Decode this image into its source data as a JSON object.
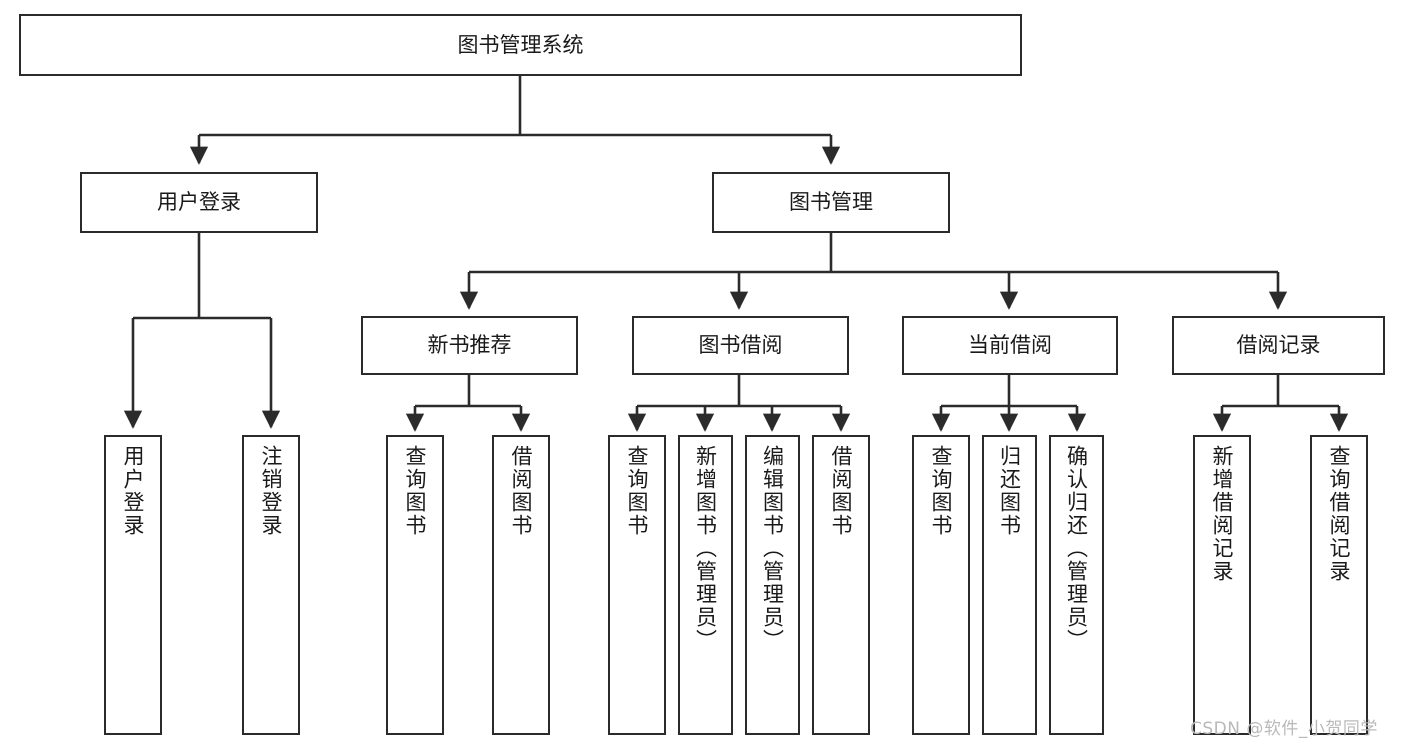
{
  "diagram": {
    "type": "tree-hierarchy-chart",
    "title": "图书管理系统",
    "stroke_color": "#2b2b2b",
    "background_color": "#ffffff",
    "watermark": "CSDN @软件_小贺同学",
    "levels": {
      "level0": [
        {
          "id": "root",
          "label": "图书管理系统"
        }
      ],
      "level1": [
        {
          "id": "user-login",
          "label": "用户登录",
          "parent": "root"
        },
        {
          "id": "book-manage",
          "label": "图书管理",
          "parent": "root"
        }
      ],
      "level2": [
        {
          "id": "new-book-recommend",
          "label": "新书推荐",
          "parent": "book-manage"
        },
        {
          "id": "book-borrow",
          "label": "图书借阅",
          "parent": "book-manage"
        },
        {
          "id": "current-borrow",
          "label": "当前借阅",
          "parent": "book-manage"
        },
        {
          "id": "borrow-record",
          "label": "借阅记录",
          "parent": "book-manage"
        }
      ],
      "level3": [
        {
          "id": "leaf-user-login",
          "label": "用户登录",
          "parent": "user-login"
        },
        {
          "id": "leaf-user-logout",
          "label": "注销登录",
          "parent": "user-login"
        },
        {
          "id": "leaf-query-book-1",
          "label": "查询图书",
          "parent": "new-book-recommend"
        },
        {
          "id": "leaf-borrow-book-1",
          "label": "借阅图书",
          "parent": "new-book-recommend"
        },
        {
          "id": "leaf-query-book-2",
          "label": "查询图书",
          "parent": "book-borrow"
        },
        {
          "id": "leaf-add-book",
          "label": "新增图书（管理员）",
          "parent": "book-borrow"
        },
        {
          "id": "leaf-edit-book",
          "label": "编辑图书（管理员）",
          "parent": "book-borrow"
        },
        {
          "id": "leaf-borrow-book-2",
          "label": "借阅图书",
          "parent": "book-borrow"
        },
        {
          "id": "leaf-query-book-3",
          "label": "查询图书",
          "parent": "current-borrow"
        },
        {
          "id": "leaf-return-book",
          "label": "归还图书",
          "parent": "current-borrow"
        },
        {
          "id": "leaf-confirm-return",
          "label": "确认归还（管理员）",
          "parent": "current-borrow"
        },
        {
          "id": "leaf-add-record",
          "label": "新增借阅记录",
          "parent": "borrow-record"
        },
        {
          "id": "leaf-query-record",
          "label": "查询借阅记录",
          "parent": "borrow-record"
        }
      ]
    }
  }
}
